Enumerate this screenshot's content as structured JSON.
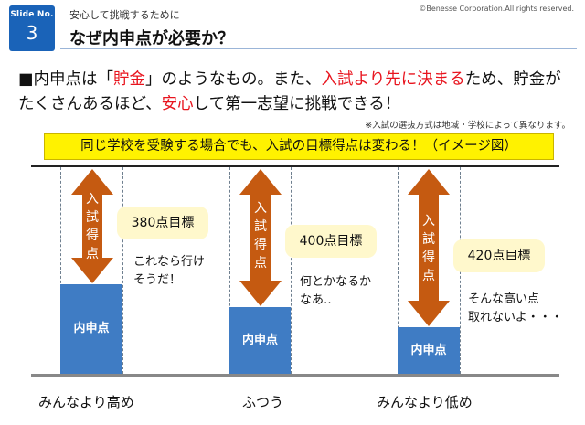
{
  "header": {
    "slide_label": "Slide No.",
    "slide_number": "3",
    "subtitle": "安心して挑戦するために",
    "title": "なぜ内申点が必要か？",
    "copyright": "©Benesse Corporation.All rights reserved."
  },
  "intro": {
    "bullet": "■",
    "text_1": "内申点は「",
    "highlight_1": "貯金",
    "text_2": "」のようなもの。また、",
    "highlight_2": "入試より先に決まる",
    "text_3": "ため、貯金がたくさんあるほど、",
    "highlight_3": "安心",
    "text_4": "して第一志望に挑戦できる！"
  },
  "note": "※入試の選抜方式は地域・学校によって異なります。",
  "banner": "同じ学校を受験する場合でも、入試の目標得点は変わる！（イメージ図）",
  "columns": [
    {
      "arrow_label": "入試得点",
      "target": "380点目標",
      "comment_1": "これなら行け",
      "comment_2": "そうだ！",
      "bar_label": "内申点",
      "category": "みんなより高め",
      "naishin_level": 0.43
    },
    {
      "arrow_label": "入試得点",
      "target": "400点目標",
      "comment_1": "何とかなるか",
      "comment_2": "なあ‥",
      "bar_label": "内申点",
      "category": "ふつう",
      "naishin_level": 0.31
    },
    {
      "arrow_label": "入試得点",
      "target": "420点目標",
      "comment_1": "そんな高い点",
      "comment_2": "取れないよ・・・",
      "bar_label": "内申点",
      "category": "みんなより低め",
      "naishin_level": 0.22
    }
  ],
  "colors": {
    "brand_blue": "#1a63b8",
    "bar_blue": "#3f7cc4",
    "arrow_orange": "#c55a11",
    "highlight_red": "#e8141e",
    "banner_yellow": "#fff200",
    "callout_cream": "#fff8cc"
  }
}
